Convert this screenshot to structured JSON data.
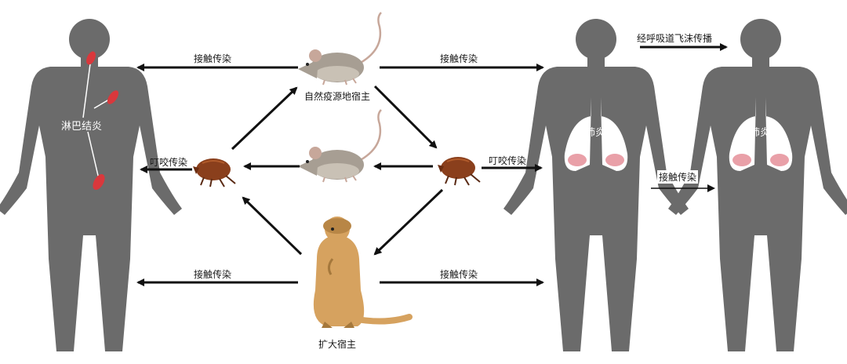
{
  "labels": {
    "contact_top_left": "接触传染",
    "contact_top_right": "接触传染",
    "contact_bottom_left": "接触传染",
    "contact_bottom_right": "接触传染",
    "contact_between_humans": "接触传染",
    "bite_left": "叮咬传染",
    "bite_right": "叮咬传染",
    "airborne": "经呼吸道飞沫传播",
    "natural_host": "自然疫源地宿主",
    "amplifying_host": "扩大宿主",
    "lymphadenitis": "淋巴结炎",
    "pneumonia_1": "肺炎",
    "pneumonia_2": "肺炎"
  },
  "colors": {
    "human": "#6b6b6b",
    "arrow": "#111111",
    "lung": "#ffffff",
    "lung_infection": "#e9a0a8",
    "lymph_node": "#d9383c",
    "rat_body": "#a79e93",
    "flea_body": "#8a3f1c",
    "marmot_body": "#d6a25f"
  },
  "icons": {
    "human": "human-silhouette-icon",
    "rat": "rat-icon",
    "flea": "flea-icon",
    "marmot": "marmot-icon",
    "lungs": "lungs-icon"
  }
}
